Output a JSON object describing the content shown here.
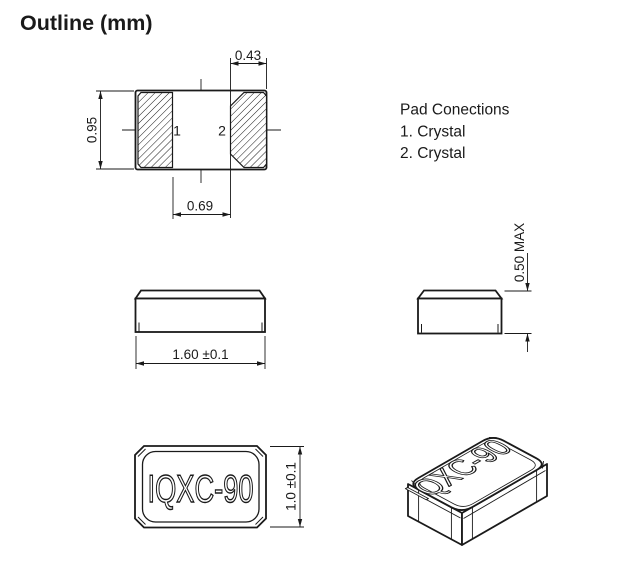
{
  "title": "Outline (mm)",
  "pad_connections": {
    "heading": "Pad Conections",
    "item1": "1. Crystal",
    "item2": "2. Crystal"
  },
  "top_view": {
    "pad1_label": "1",
    "pad2_label": "2",
    "dim_pad_width": "0.43",
    "dim_body_width": "0.95",
    "dim_pad_gap": "0.69"
  },
  "front_view": {
    "dim_length": "1.60 ±0.1"
  },
  "side_view": {
    "dim_height": "0.50 MAX"
  },
  "marking_view": {
    "marking": "IQXC-90",
    "dim_width": "1.0 ±0.1"
  },
  "iso_view": {
    "marking": "IQXC-90"
  },
  "colors": {
    "line": "#1a1a1a",
    "background": "#ffffff"
  }
}
